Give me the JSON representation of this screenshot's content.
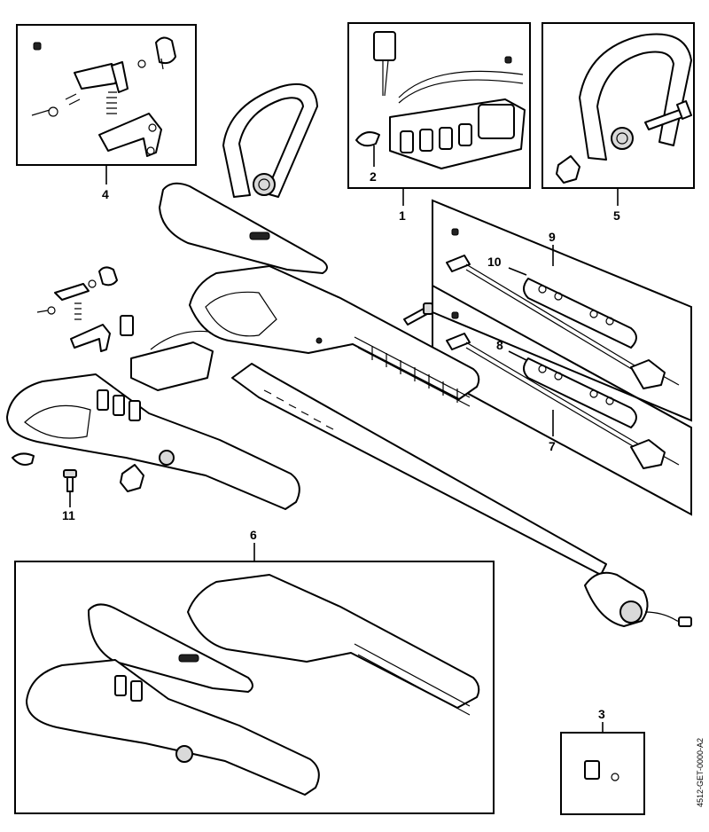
{
  "diagram": {
    "type": "exploded parts diagram",
    "document_code": "4512-GET-0000-A2",
    "callouts": [
      {
        "id": "c1",
        "label": "1"
      },
      {
        "id": "c2",
        "label": "2"
      },
      {
        "id": "c3",
        "label": "3"
      },
      {
        "id": "c4",
        "label": "4"
      },
      {
        "id": "c5",
        "label": "5"
      },
      {
        "id": "c6",
        "label": "6"
      },
      {
        "id": "c7",
        "label": "7"
      },
      {
        "id": "c8",
        "label": "8"
      },
      {
        "id": "c9",
        "label": "9"
      },
      {
        "id": "c10",
        "label": "10"
      },
      {
        "id": "c11",
        "label": "11"
      }
    ]
  }
}
